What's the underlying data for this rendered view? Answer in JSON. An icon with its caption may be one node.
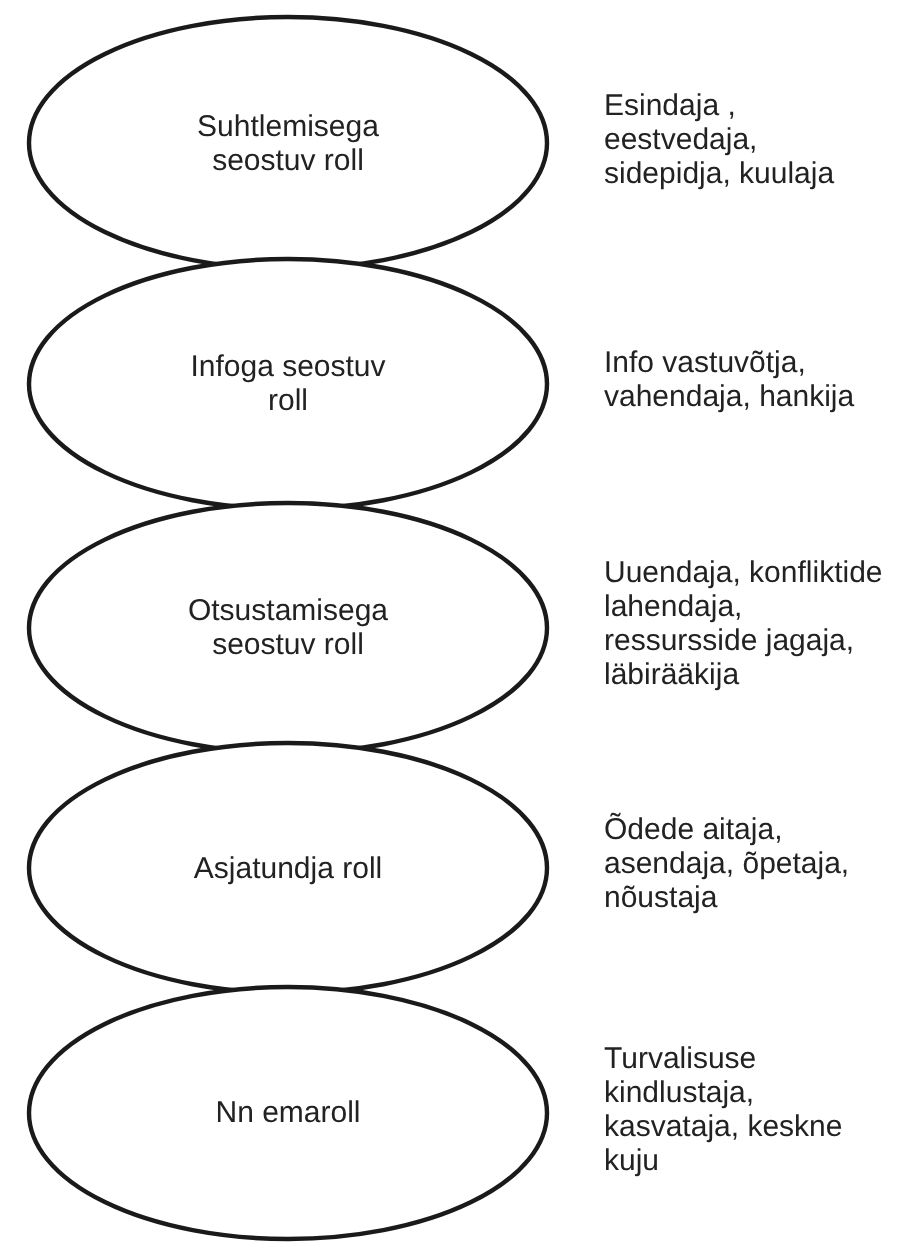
{
  "diagram": {
    "nodes": [
      {
        "text": [
          "Suhtlemisega seostuv roll"
        ],
        "beside": [
          "Esindaja , eestvedaja, sidepidja, kuulaja"
        ]
      },
      {
        "text": [
          "Infoga seostuv roll"
        ],
        "beside": [
          "Info vastuvõtja, vahendaja, hankija"
        ]
      },
      {
        "text": [
          "Otsustamisega seostuv roll"
        ],
        "beside": [
          "Uuendaja, konfliktide lahendaja, ressursside jagaja, läbirääkija"
        ]
      },
      {
        "text": [
          "Asjatundja roll"
        ],
        "beside": [
          "Õdede aitaja, asendaja, õpetaja, nõustaja"
        ]
      },
      {
        "text": [
          "Nn emaroll"
        ],
        "beside": [
          "Turvalisuse kindlustaja, kasvataja, keskne kuju"
        ]
      }
    ]
  }
}
